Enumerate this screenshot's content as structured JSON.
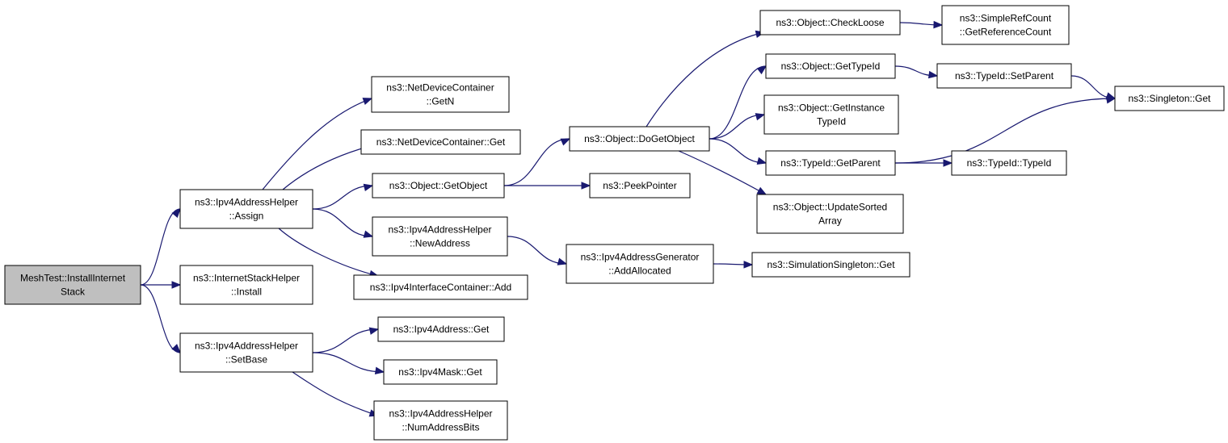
{
  "colors": {
    "edge": "#191970",
    "node_fill": "#ffffff",
    "root_fill": "#bfbfbf",
    "border": "#000000"
  },
  "nodes": [
    {
      "id": "root",
      "lines": [
        "MeshTest::InstallInternet",
        "Stack"
      ],
      "root": true
    },
    {
      "id": "assign",
      "lines": [
        "ns3::Ipv4AddressHelper",
        "::Assign"
      ]
    },
    {
      "id": "install",
      "lines": [
        "ns3::InternetStackHelper",
        "::Install"
      ]
    },
    {
      "id": "setbase",
      "lines": [
        "ns3::Ipv4AddressHelper",
        "::SetBase"
      ]
    },
    {
      "id": "getn",
      "lines": [
        "ns3::NetDeviceContainer",
        "::GetN"
      ]
    },
    {
      "id": "ndcget",
      "lines": [
        "ns3::NetDeviceContainer::Get"
      ]
    },
    {
      "id": "getobject",
      "lines": [
        "ns3::Object::GetObject"
      ]
    },
    {
      "id": "newaddress",
      "lines": [
        "ns3::Ipv4AddressHelper",
        "::NewAddress"
      ]
    },
    {
      "id": "ificadd",
      "lines": [
        "ns3::Ipv4InterfaceContainer::Add"
      ]
    },
    {
      "id": "addrget",
      "lines": [
        "ns3::Ipv4Address::Get"
      ]
    },
    {
      "id": "maskget",
      "lines": [
        "ns3::Ipv4Mask::Get"
      ]
    },
    {
      "id": "numbits",
      "lines": [
        "ns3::Ipv4AddressHelper",
        "::NumAddressBits"
      ]
    },
    {
      "id": "dogetobject",
      "lines": [
        "ns3::Object::DoGetObject"
      ]
    },
    {
      "id": "peekpointer",
      "lines": [
        "ns3::PeekPointer"
      ]
    },
    {
      "id": "addallocated",
      "lines": [
        "ns3::Ipv4AddressGenerator",
        "::AddAllocated"
      ]
    },
    {
      "id": "checkloose",
      "lines": [
        "ns3::Object::CheckLoose"
      ]
    },
    {
      "id": "gettypeid",
      "lines": [
        "ns3::Object::GetTypeId"
      ]
    },
    {
      "id": "getinstancetypeid",
      "lines": [
        "ns3::Object::GetInstance",
        "TypeId"
      ]
    },
    {
      "id": "getparent",
      "lines": [
        "ns3::TypeId::GetParent"
      ]
    },
    {
      "id": "updatesorted",
      "lines": [
        "ns3::Object::UpdateSorted",
        "Array"
      ]
    },
    {
      "id": "simsingleton",
      "lines": [
        "ns3::SimulationSingleton::Get"
      ]
    },
    {
      "id": "getrefcount",
      "lines": [
        "ns3::SimpleRefCount",
        "::GetReferenceCount"
      ]
    },
    {
      "id": "setparent",
      "lines": [
        "ns3::TypeId::SetParent"
      ]
    },
    {
      "id": "typeid",
      "lines": [
        "ns3::TypeId::TypeId"
      ]
    },
    {
      "id": "singletonget",
      "lines": [
        "ns3::Singleton::Get"
      ]
    }
  ],
  "edges": [
    [
      "root",
      "assign"
    ],
    [
      "root",
      "install"
    ],
    [
      "root",
      "setbase"
    ],
    [
      "assign",
      "getn"
    ],
    [
      "assign",
      "ndcget"
    ],
    [
      "assign",
      "getobject"
    ],
    [
      "assign",
      "newaddress"
    ],
    [
      "assign",
      "ificadd"
    ],
    [
      "setbase",
      "addrget"
    ],
    [
      "setbase",
      "maskget"
    ],
    [
      "setbase",
      "numbits"
    ],
    [
      "getobject",
      "dogetobject"
    ],
    [
      "getobject",
      "peekpointer"
    ],
    [
      "newaddress",
      "addallocated"
    ],
    [
      "dogetobject",
      "checkloose"
    ],
    [
      "dogetobject",
      "gettypeid"
    ],
    [
      "dogetobject",
      "getinstancetypeid"
    ],
    [
      "dogetobject",
      "getparent"
    ],
    [
      "dogetobject",
      "updatesorted"
    ],
    [
      "addallocated",
      "simsingleton"
    ],
    [
      "checkloose",
      "getrefcount"
    ],
    [
      "gettypeid",
      "setparent"
    ],
    [
      "setparent",
      "singletonget"
    ],
    [
      "getparent",
      "typeid"
    ],
    [
      "getparent",
      "singletonget"
    ]
  ]
}
